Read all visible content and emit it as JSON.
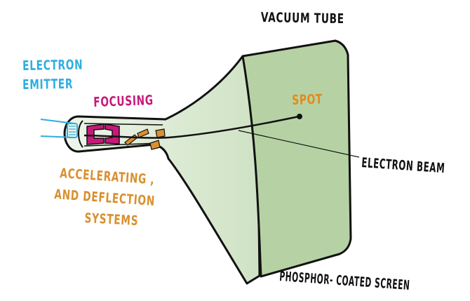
{
  "diagram": {
    "labels": {
      "vacuum_tube": "VACUUM TUBE",
      "electron_emitter_line1": "ELECTRON",
      "electron_emitter_line2": "EMITTER",
      "focusing": "FOCUSING",
      "spot": "SPOT",
      "electron_beam": "ELECTRON BEAM",
      "accelerating_line1": "ACCELERATING ,",
      "accelerating_line2": "AND DEFLECTION",
      "accelerating_line3": "SYSTEMS",
      "phosphor_screen": "PHOSPHOR- COATED SCREEN"
    },
    "colors": {
      "tube_fill": "#d6e6cf",
      "screen_fill": "#b6d2a4",
      "outline": "#111111",
      "emitter": "#2eaee0",
      "focusing": "#c8197a",
      "accelerating": "#d9902e",
      "spot": "#e38a1a",
      "text_dark": "#111111"
    }
  }
}
